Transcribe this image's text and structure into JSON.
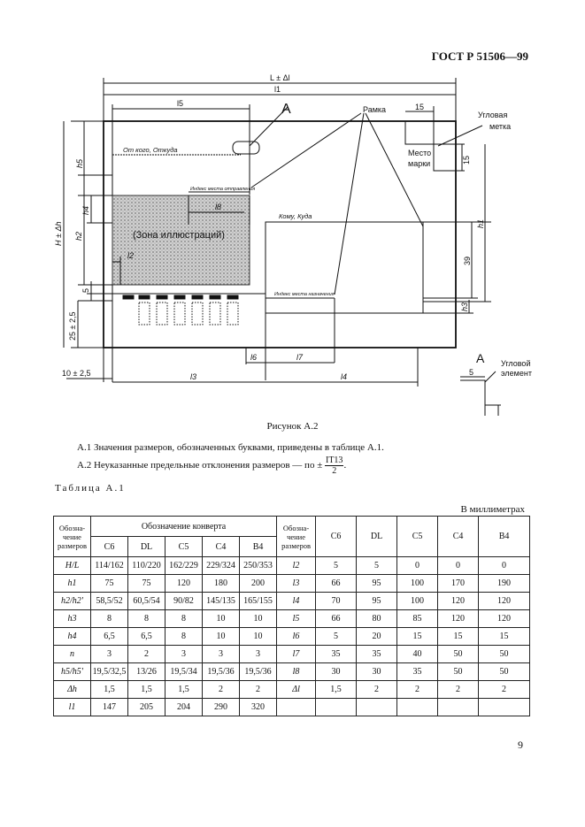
{
  "header": {
    "doc": "ГОСТ Р 51506—99"
  },
  "figure": {
    "caption": "Рисунок А.2",
    "labels": {
      "L": "L ± Δl",
      "l1": "l1",
      "l5": "l5",
      "l8": "l8",
      "l2": "l2",
      "l6": "l6",
      "l7": "l7",
      "l3": "l3",
      "l4": "l4",
      "h5": "h5",
      "h4": "h4",
      "h2": "h2",
      "H": "H ± Δh",
      "h1": "h1",
      "h3": "h3",
      "d15a": "15",
      "d15b": "15",
      "d39": "39",
      "d5": "5",
      "d25": "25 ± 2,5",
      "d10": "10 ± 2,5",
      "A": "A",
      "A2": "A",
      "ramka": "Рамка",
      "uglovaya": "Угловая",
      "metka": "метка",
      "mesto": "Место",
      "marki": "марки",
      "from": "От кого, Откуда",
      "idx_sender": "Индекс места отправления",
      "zona": "(Зона иллюстраций)",
      "to": "Кому, Куда",
      "idx_dest": "Индекс места назначения",
      "ugl_el1": "Угловой",
      "ugl_el2": "элемент",
      "e5a": "5",
      "e5b": "5"
    }
  },
  "notes": {
    "a1": "А.1 Значения размеров, обозначенных буквами, приведены в таблице А.1.",
    "a2": "А.2 Неуказанные предельные отклонения размеров — по ±",
    "frac_num": "IT13",
    "frac_den": "2",
    "a2_end": "."
  },
  "table": {
    "caption": "Таблица А.1",
    "unit": "В миллиметрах",
    "left_header": "Обозна-чение размеров",
    "group_header": "Обозначение конверта",
    "cols": [
      "C6",
      "DL",
      "C5",
      "C4",
      "B4"
    ],
    "right_header": "Обозна-чение размеров",
    "right_cols": [
      "C6",
      "DL",
      "C5",
      "C4",
      "B4"
    ],
    "rows": [
      {
        "d": "H/L",
        "v": [
          "114/162",
          "110/220",
          "162/229",
          "229/324",
          "250/353"
        ],
        "rd": "l2",
        "rv": [
          "5",
          "5",
          "0",
          "0",
          "0"
        ]
      },
      {
        "d": "h1",
        "v": [
          "75",
          "75",
          "120",
          "180",
          "200"
        ],
        "rd": "l3",
        "rv": [
          "66",
          "95",
          "100",
          "170",
          "190"
        ]
      },
      {
        "d": "h2/h2'",
        "v": [
          "58,5/52",
          "60,5/54",
          "90/82",
          "145/135",
          "165/155"
        ],
        "rd": "l4",
        "rv": [
          "70",
          "95",
          "100",
          "120",
          "120"
        ]
      },
      {
        "d": "h3",
        "v": [
          "8",
          "8",
          "8",
          "10",
          "10"
        ],
        "rd": "l5",
        "rv": [
          "66",
          "80",
          "85",
          "120",
          "120"
        ]
      },
      {
        "d": "h4",
        "v": [
          "6,5",
          "6,5",
          "8",
          "10",
          "10"
        ],
        "rd": "l6",
        "rv": [
          "5",
          "20",
          "15",
          "15",
          "15"
        ]
      },
      {
        "d": "n",
        "v": [
          "3",
          "2",
          "3",
          "3",
          "3"
        ],
        "rd": "l7",
        "rv": [
          "35",
          "35",
          "40",
          "50",
          "50"
        ]
      },
      {
        "d": "h5/h5'",
        "v": [
          "19,5/32,5",
          "13/26",
          "19,5/34",
          "19,5/36",
          "19,5/36"
        ],
        "rd": "l8",
        "rv": [
          "30",
          "30",
          "35",
          "50",
          "50"
        ]
      },
      {
        "d": "Δh",
        "v": [
          "1,5",
          "1,5",
          "1,5",
          "2",
          "2"
        ],
        "rd": "Δl",
        "rv": [
          "1,5",
          "2",
          "2",
          "2",
          "2"
        ]
      },
      {
        "d": "l1",
        "v": [
          "147",
          "205",
          "204",
          "290",
          "320"
        ],
        "rd": "",
        "rv": [
          "",
          "",
          "",
          "",
          ""
        ]
      }
    ]
  },
  "page_number": "9"
}
